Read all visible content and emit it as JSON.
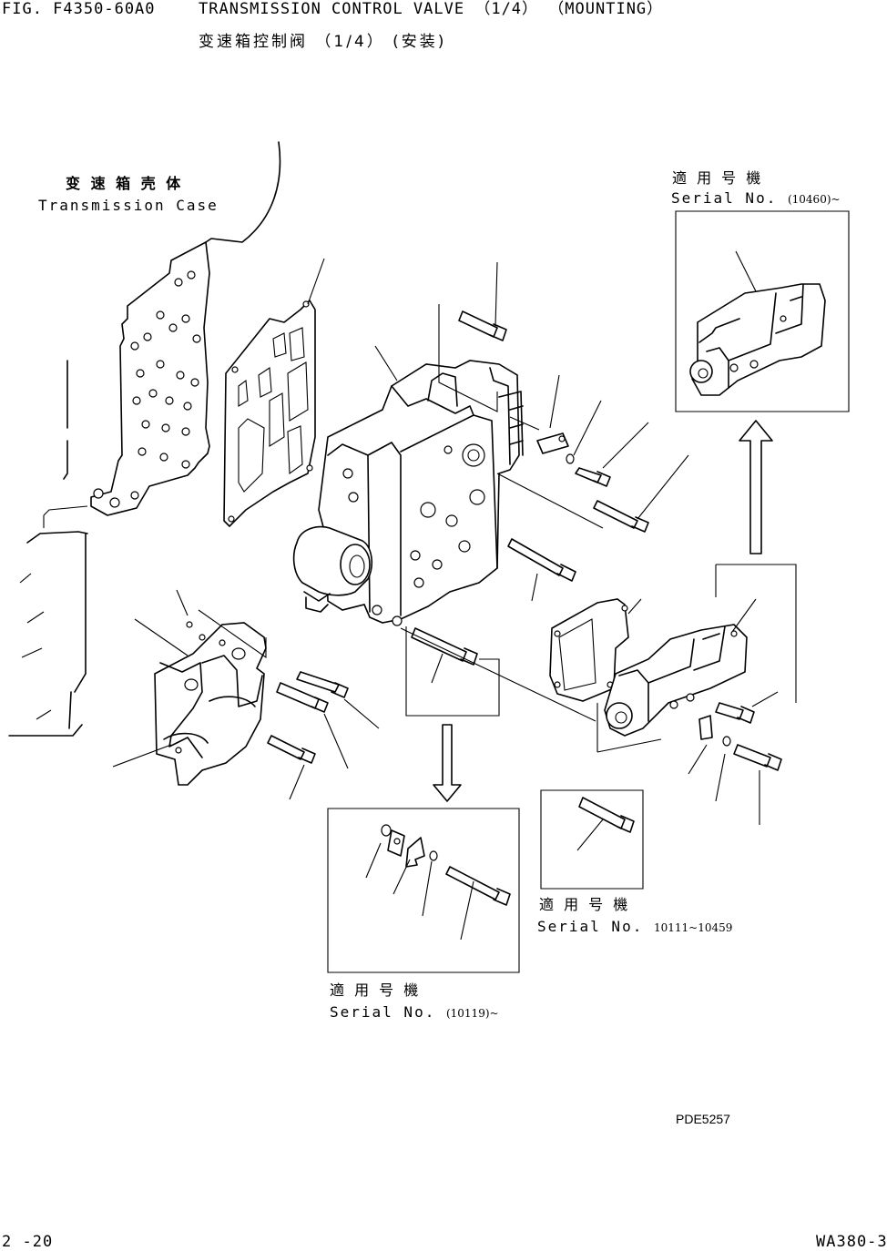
{
  "header": {
    "fig_no": "FIG. F4350-60A0",
    "title": "TRANSMISSION CONTROL VALVE （1/4） （MOUNTING）",
    "title_cn": "变速箱控制阀 （1/4） (安装)"
  },
  "case_label": {
    "cn": "变 速 箱 壳 体",
    "en": "Transmission Case"
  },
  "inset_top_right": {
    "cn": "適 用 号 機",
    "serial_prefix": "Serial No.",
    "serial_value": "(10460)~"
  },
  "inset_bottom_right": {
    "cn": "適 用 号 機",
    "serial_prefix": "Serial No.",
    "serial_value": "10111~10459"
  },
  "inset_bottom_left": {
    "cn": "適 用 号 機",
    "serial_prefix": "Serial No.",
    "serial_value": "(10119)~"
  },
  "drawing_code": "PDE5257",
  "footer": {
    "page": "2 -20",
    "model": "WA380-3"
  }
}
